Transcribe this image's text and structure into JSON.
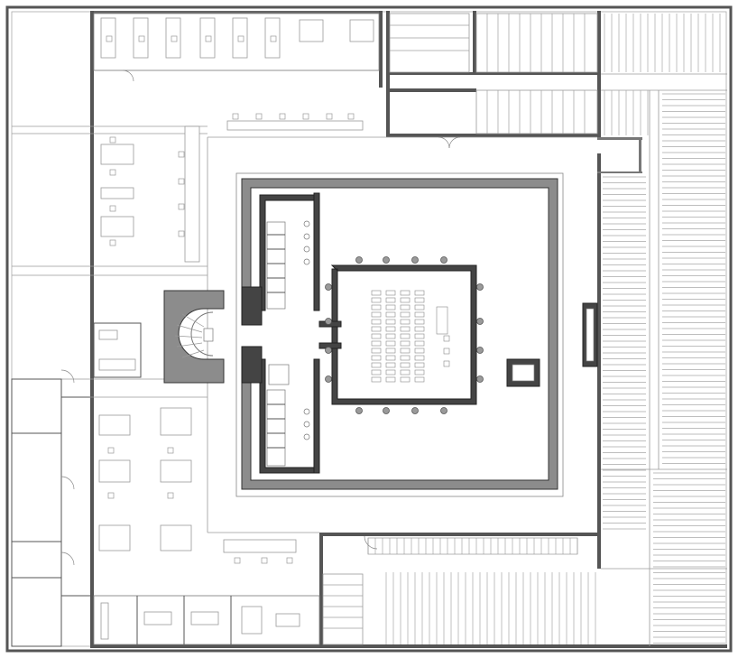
{
  "plan": {
    "colors": {
      "wall": "#8c8c8c",
      "wall_outline": "#333333",
      "line": "#9a9a9a",
      "background": "#ffffff"
    },
    "elements": {
      "outer_shell": "outer-wall",
      "core": "central-core",
      "hall": "lecture-hall",
      "stair": "spiral-stair",
      "offices": "office-desks",
      "shelving": "archive-shelving",
      "restrooms": "restroom-stalls",
      "elevators": "elevator-shaft"
    }
  }
}
